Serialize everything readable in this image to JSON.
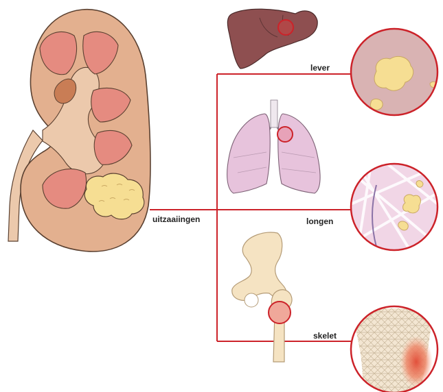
{
  "labels": {
    "metastases": "uitzaaiingen",
    "liver": "lever",
    "lungs": "longen",
    "skeleton": "skelet"
  },
  "colors": {
    "connector": "#cc2229",
    "kidney_outer": "#e3b08f",
    "kidney_inner": "#ecc9ac",
    "pyramid": "#e58b80",
    "tumor": "#f6de93",
    "liver": "#8e4f50",
    "lung": "#e7c3dc",
    "bone": "#f5e3c2"
  },
  "icons": {
    "kidney": "kidney-icon",
    "liver": "liver-icon",
    "lungs": "lungs-icon",
    "hip": "hip-bone-icon"
  }
}
